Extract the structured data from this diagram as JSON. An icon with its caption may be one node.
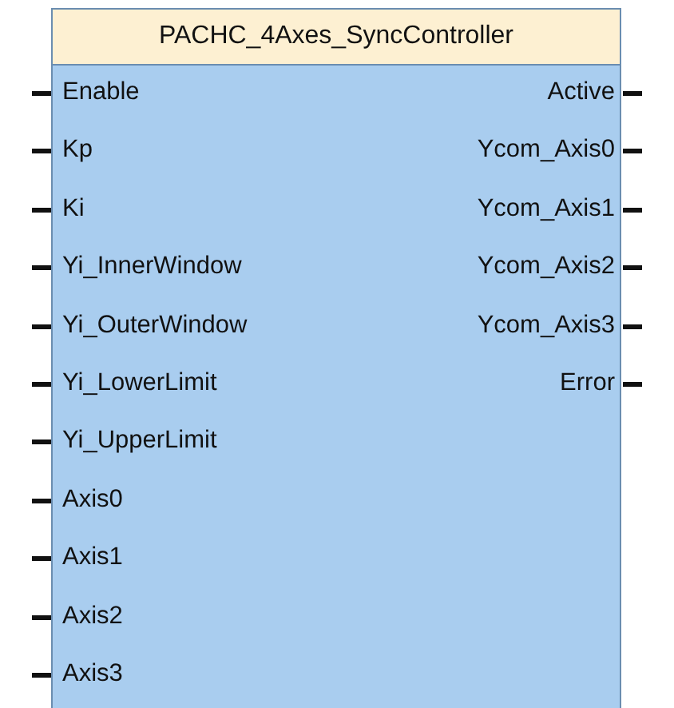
{
  "diagram": {
    "nodes": [
      {
        "text": [
          "PACHC_4Axes_SyncController"
        ]
      }
    ],
    "labels": [
      "Enable",
      "Active",
      "Kp",
      "Ycom_Axis0",
      "Ki",
      "Ycom_Axis1",
      "Yi_InnerWindow",
      "Ycom_Axis2",
      "Yi_OuterWindow",
      "Ycom_Axis3",
      "Yi_LowerLimit",
      "Error",
      "Yi_UpperLimit",
      "Axis0",
      "Axis1",
      "Axis2",
      "Axis3"
    ]
  }
}
